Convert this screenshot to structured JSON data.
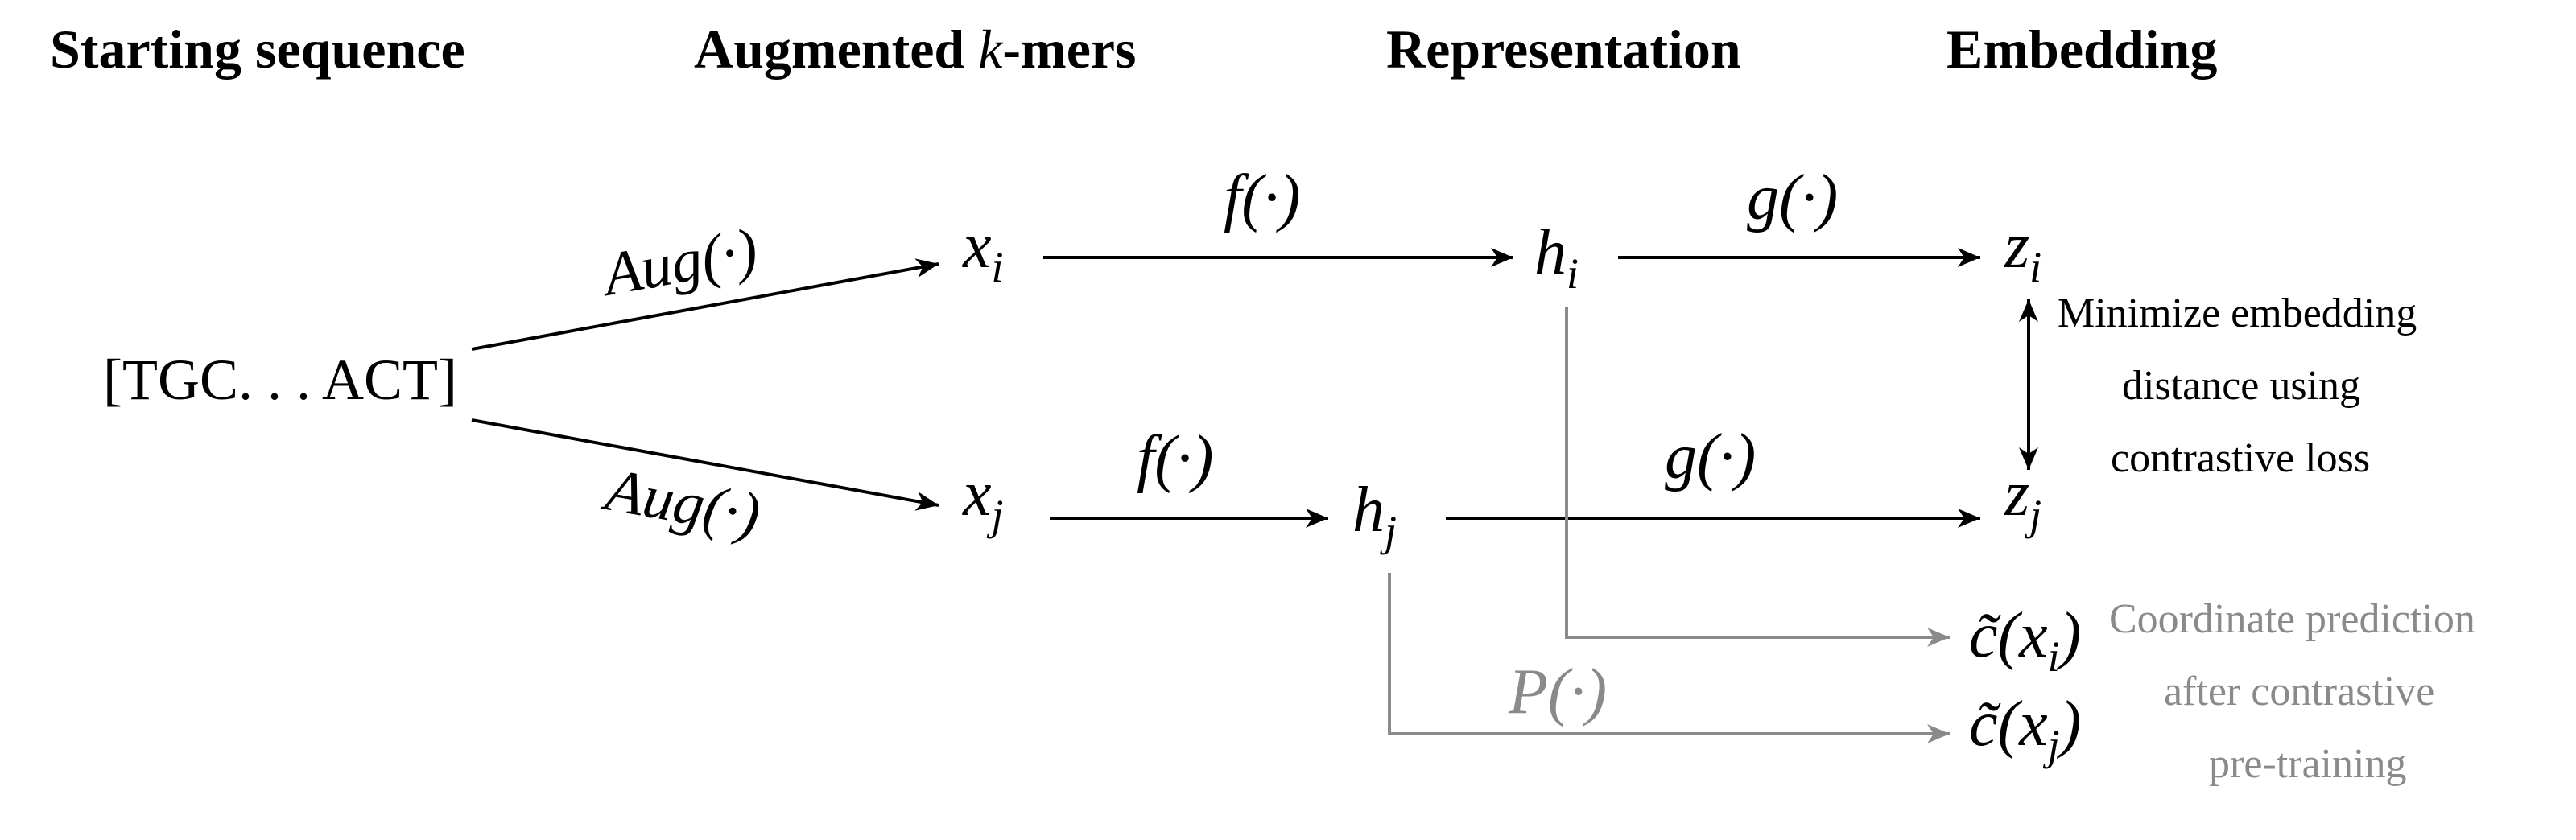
{
  "headers": {
    "starting_sequence": "Starting sequence",
    "augmented_prefix": "Augmented ",
    "augmented_k": "k",
    "augmented_suffix": "-mers",
    "representation": "Representation",
    "embedding": "Embedding"
  },
  "sequence": "[TGC. . . ACT]",
  "functions": {
    "aug_top": "Aug(·)",
    "aug_bottom": "Aug(·)",
    "f_top": "f(·)",
    "f_bottom": "f(·)",
    "g_top": "g(·)",
    "g_bottom": "g(·)",
    "p": "P(·)"
  },
  "nodes": {
    "x_i": {
      "base": "x",
      "sub": "i"
    },
    "x_j": {
      "base": "x",
      "sub": "j"
    },
    "h_i": {
      "base": "h",
      "sub": "i"
    },
    "h_j": {
      "base": "h",
      "sub": "j"
    },
    "z_i": {
      "base": "z",
      "sub": "i"
    },
    "z_j": {
      "base": "z",
      "sub": "j"
    },
    "c_i": {
      "prefix": "c̃(",
      "base": "x",
      "sub": "i",
      "suffix": ")"
    },
    "c_j": {
      "prefix": "c̃(",
      "base": "x",
      "sub": "j",
      "suffix": ")"
    }
  },
  "annotations": {
    "contrastive": [
      "Minimize embedding",
      "distance using",
      "contrastive loss"
    ],
    "coordinate": [
      "Coordinate  prediction",
      "after  contrastive",
      "pre-training"
    ]
  },
  "colors": {
    "primary": "#000000",
    "secondary": "#8a8a8a"
  }
}
